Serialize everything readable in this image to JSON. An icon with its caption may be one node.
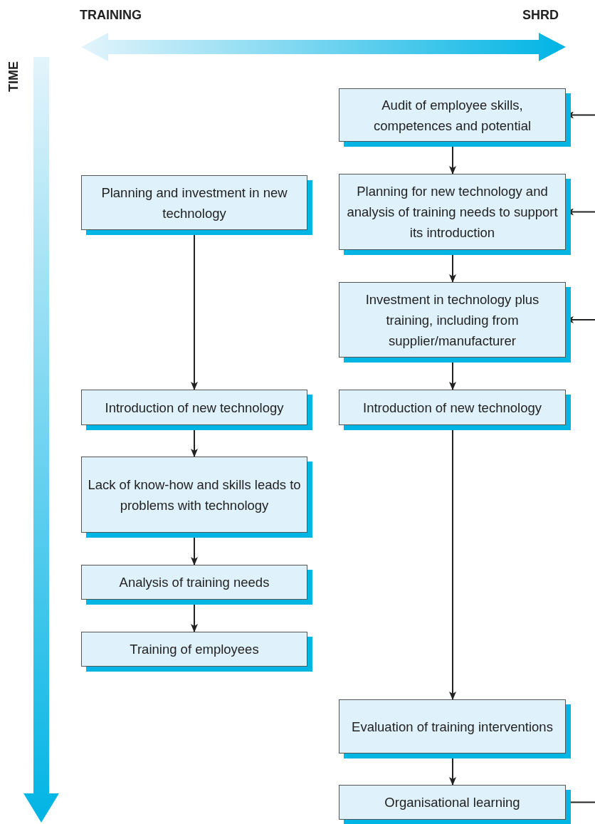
{
  "diagram": {
    "nodes": [
      {
        "text": [
          "Audit of employee skills, competences and potential"
        ]
      },
      {
        "text": [
          "Planning and investment in new technology"
        ]
      },
      {
        "text": [
          "Planning for new technology and analysis of training needs to support its introduction"
        ]
      },
      {
        "text": [
          "Investment in technology plus training, including from supplier/manufacturer"
        ]
      },
      {
        "text": [
          "Introduction of new technology"
        ]
      },
      {
        "text": [
          "Introduction of new technology"
        ]
      },
      {
        "text": [
          "Lack of know-how and skills leads to problems with technology"
        ]
      },
      {
        "text": [
          "Analysis of training needs"
        ]
      },
      {
        "text": [
          "Training of employees"
        ]
      },
      {
        "text": [
          "Evaluation of training interventions"
        ]
      },
      {
        "text": [
          "Organisational learning"
        ]
      }
    ],
    "edges": [
      {
        "from": 0,
        "to": 2,
        "arrow": "to"
      },
      {
        "from": 2,
        "to": 3,
        "arrow": "to"
      },
      {
        "from": 3,
        "to": 5,
        "arrow": "to"
      },
      {
        "from": 5,
        "to": 9,
        "arrow": "to"
      },
      {
        "from": 9,
        "to": 10,
        "arrow": "to"
      },
      {
        "from": 1,
        "to": 4,
        "arrow": "to"
      },
      {
        "from": 4,
        "to": 6,
        "arrow": "to"
      },
      {
        "from": 6,
        "to": 7,
        "arrow": "to"
      },
      {
        "from": 7,
        "to": 8,
        "arrow": "to"
      },
      {
        "from": null,
        "to": 0,
        "arrow": "to"
      },
      {
        "from": null,
        "to": 2,
        "arrow": "to"
      },
      {
        "from": null,
        "to": 3,
        "arrow": "to"
      },
      {
        "from": 10,
        "to": null,
        "arrow": "none"
      }
    ],
    "labels": [
      "TRAINING",
      "SHRD",
      "TIME"
    ]
  }
}
